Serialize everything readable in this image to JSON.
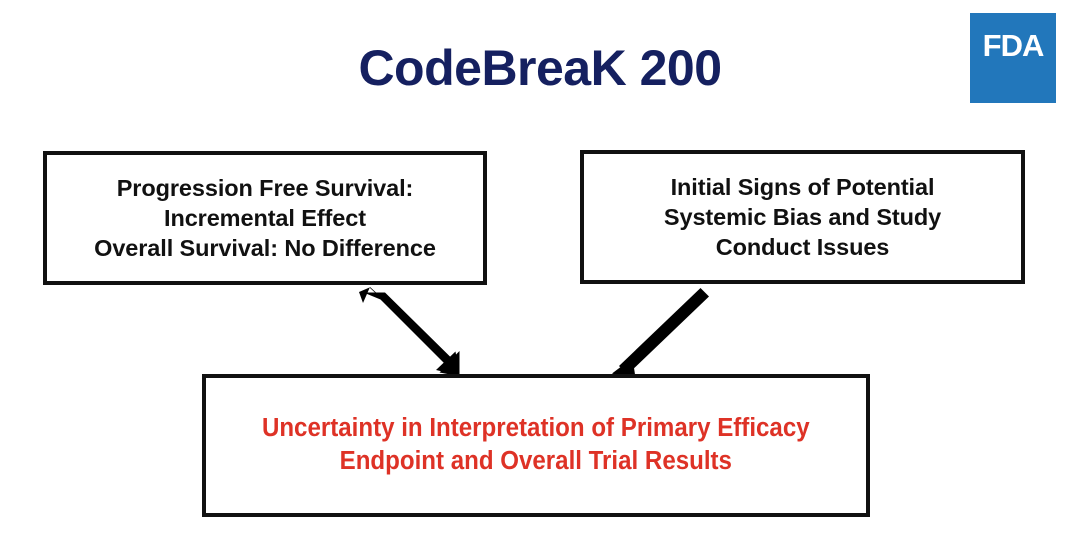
{
  "slide": {
    "title": "CodeBreaK 200",
    "title_color": "#152060",
    "background_color": "#ffffff"
  },
  "logo": {
    "name": "fda-logo",
    "text": "FDA",
    "background_color": "#2277bb",
    "text_color": "#ffffff"
  },
  "diagram": {
    "type": "flowchart",
    "boxes": [
      {
        "id": "pfs-findings",
        "position": "top-left",
        "text_color": "#111111",
        "border_color": "#111111",
        "lines": [
          "Progression Free Survival:",
          "Incremental Effect",
          "Overall Survival: No Difference"
        ]
      },
      {
        "id": "bias-findings",
        "position": "top-right",
        "text_color": "#111111",
        "border_color": "#111111",
        "lines": [
          "Initial Signs of Potential",
          "Systemic Bias and Study",
          "Conduct Issues"
        ]
      },
      {
        "id": "conclusion",
        "position": "bottom-center",
        "text_color": "#de3226",
        "border_color": "#111111",
        "lines": [
          "Uncertainty in Interpretation of Primary Efficacy",
          "Endpoint and Overall Trial Results"
        ]
      }
    ],
    "arrows": [
      {
        "id": "arrow-pfs-to-conclusion",
        "from": "pfs-findings",
        "to": "conclusion",
        "direction": "down-right",
        "color": "#000000"
      },
      {
        "id": "arrow-bias-to-conclusion",
        "from": "bias-findings",
        "to": "conclusion",
        "direction": "down-left",
        "color": "#000000"
      }
    ]
  }
}
